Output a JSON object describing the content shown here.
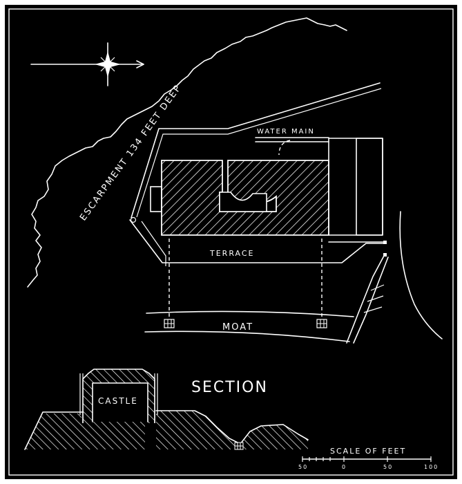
{
  "labels": {
    "escarpment": "ESCARPMENT 134 FEET DEEP",
    "water_main": "WATER MAIN",
    "terrace": "TERRACE",
    "moat": "MOAT",
    "section": "SECTION",
    "castle": "CASTLE",
    "scale_title": "SCALE OF FEET"
  },
  "scale": {
    "ticks": [
      "50",
      "0",
      "50",
      "100"
    ]
  },
  "colors": {
    "background": "#000000",
    "ink": "#ffffff"
  },
  "icons": {
    "north_arrow": "compass-star-icon"
  }
}
